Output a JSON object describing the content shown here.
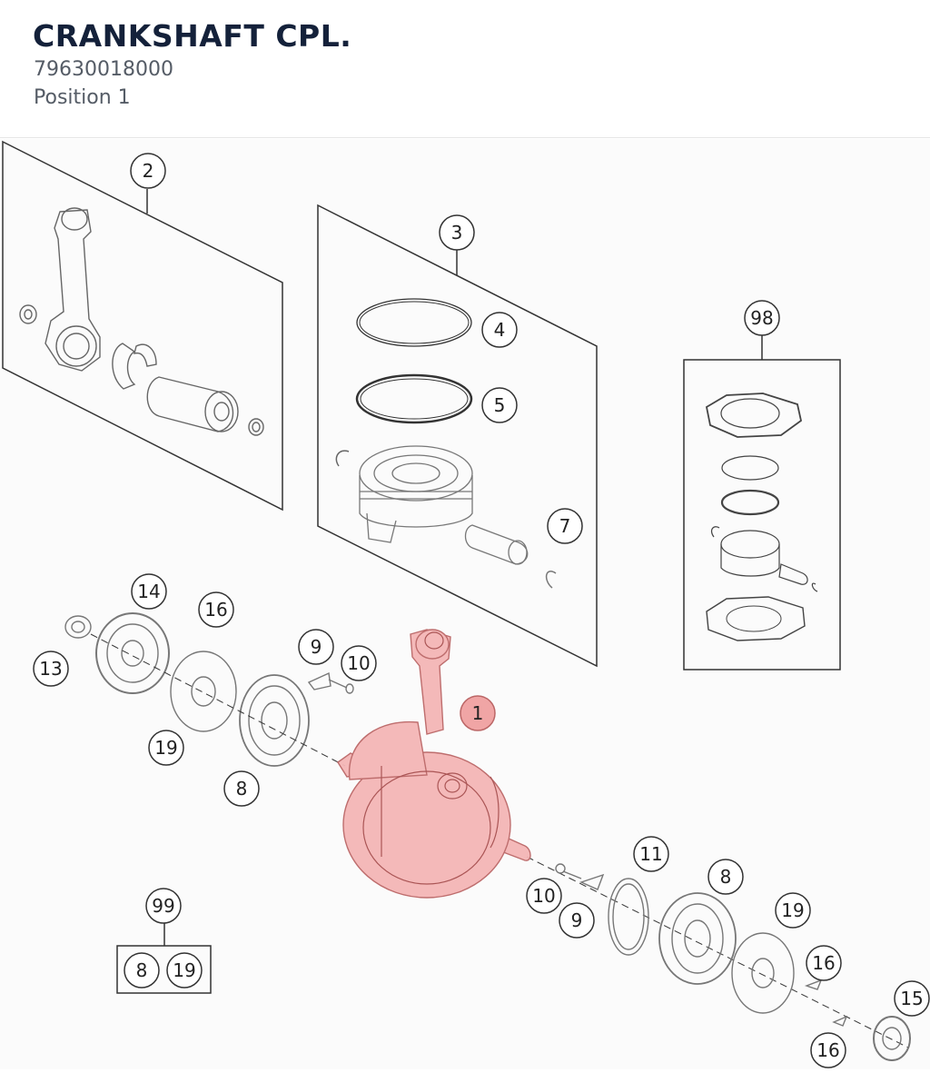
{
  "header": {
    "title": "CRANKSHAFT CPL.",
    "part_number": "79630018000",
    "position": "Position 1"
  },
  "callouts": {
    "c1": "1",
    "c2": "2",
    "c3": "3",
    "c4": "4",
    "c5": "5",
    "c7": "7",
    "c8a": "8",
    "c8b": "8",
    "c8c": "8",
    "c9a": "9",
    "c9b": "9",
    "c10a": "10",
    "c10b": "10",
    "c11": "11",
    "c13": "13",
    "c14": "14",
    "c15": "15",
    "c16a": "16",
    "c16b": "16",
    "c16c": "16",
    "c19a": "19",
    "c19b": "19",
    "c19c": "19",
    "c98": "98",
    "c99": "99"
  },
  "colors": {
    "highlight": "#f2a3a3",
    "line": "#333333",
    "title": "#14213a"
  }
}
